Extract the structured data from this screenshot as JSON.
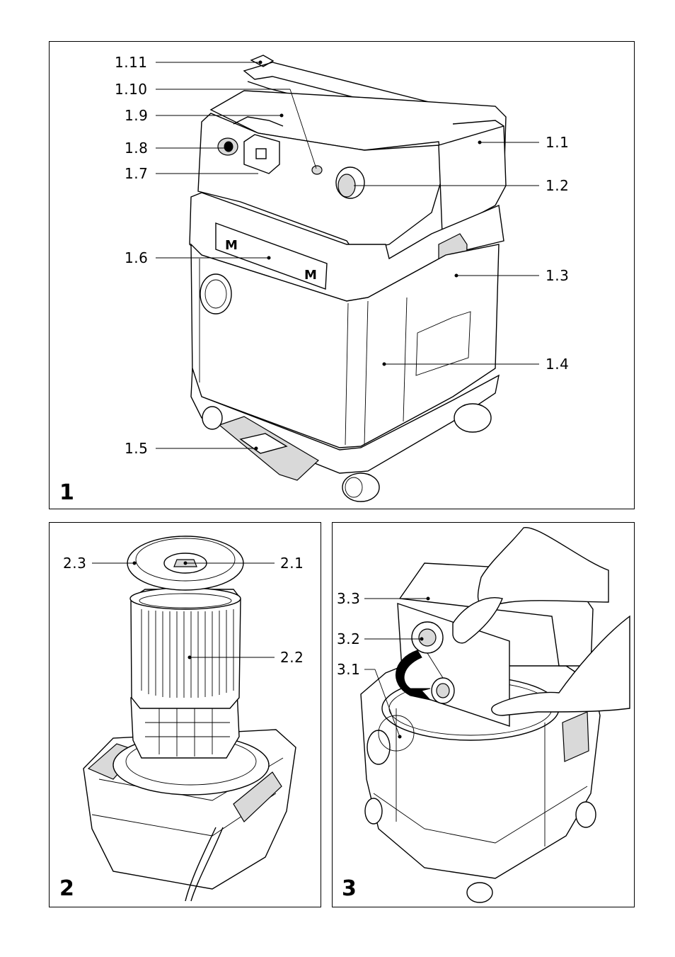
{
  "figures": [
    {
      "number": "1",
      "callouts": [
        "1.11",
        "1.10",
        "1.9",
        "1.8",
        "1.7",
        "1.6",
        "1.5",
        "1.1",
        "1.2",
        "1.3",
        "1.4"
      ]
    },
    {
      "number": "2",
      "callouts": [
        "2.3",
        "2.1",
        "2.2"
      ]
    },
    {
      "number": "3",
      "callouts": [
        "3.3",
        "3.2",
        "3.1"
      ]
    }
  ],
  "nameplate_letter": "M"
}
